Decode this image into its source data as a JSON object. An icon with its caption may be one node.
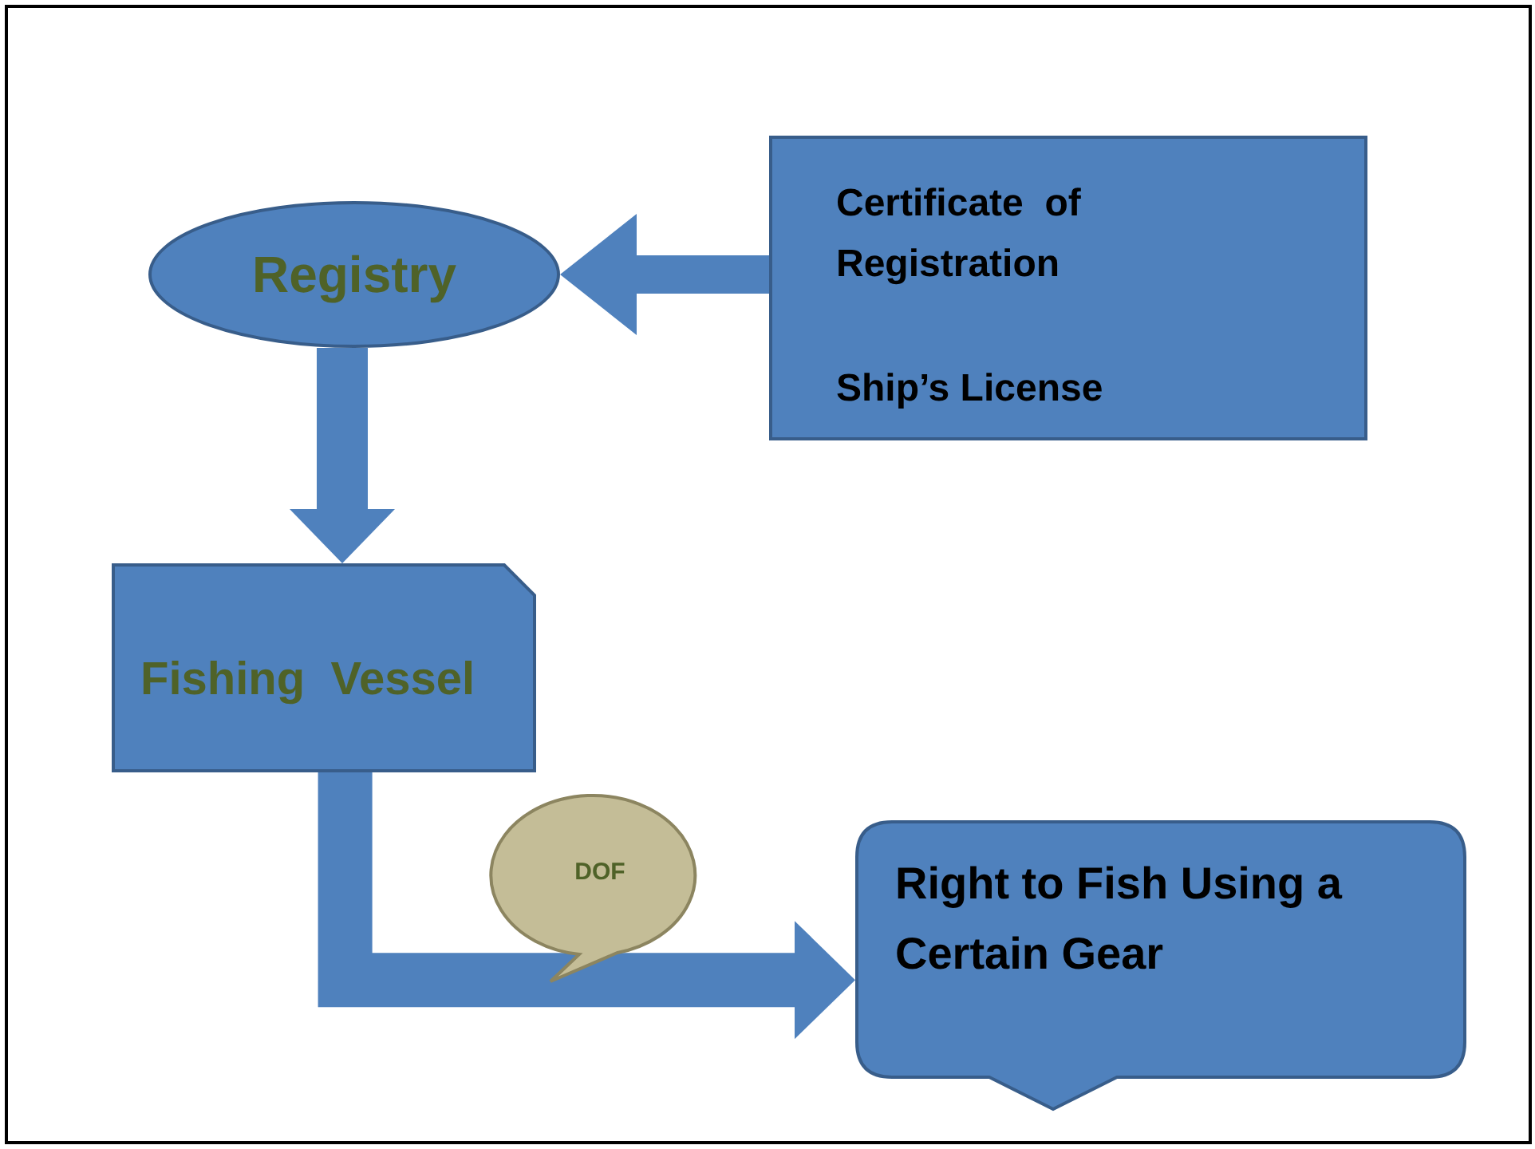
{
  "diagram": {
    "nodes": [
      {
        "text": [
          "Registry"
        ]
      },
      {
        "text": [
          "Certificate  of Registration",
          "Ship’s License"
        ]
      },
      {
        "text": [
          "Fishing  Vessel"
        ]
      },
      {
        "text": [
          "DOF"
        ]
      },
      {
        "text": [
          "Right to Fish Using a Certain Gear"
        ]
      }
    ],
    "edges": [
      {
        "from": 0,
        "to": 2,
        "arrow": "to"
      },
      {
        "from": 1,
        "to": 0,
        "arrow": "to"
      },
      {
        "from": 2,
        "to": 4,
        "arrow": "to"
      }
    ]
  }
}
